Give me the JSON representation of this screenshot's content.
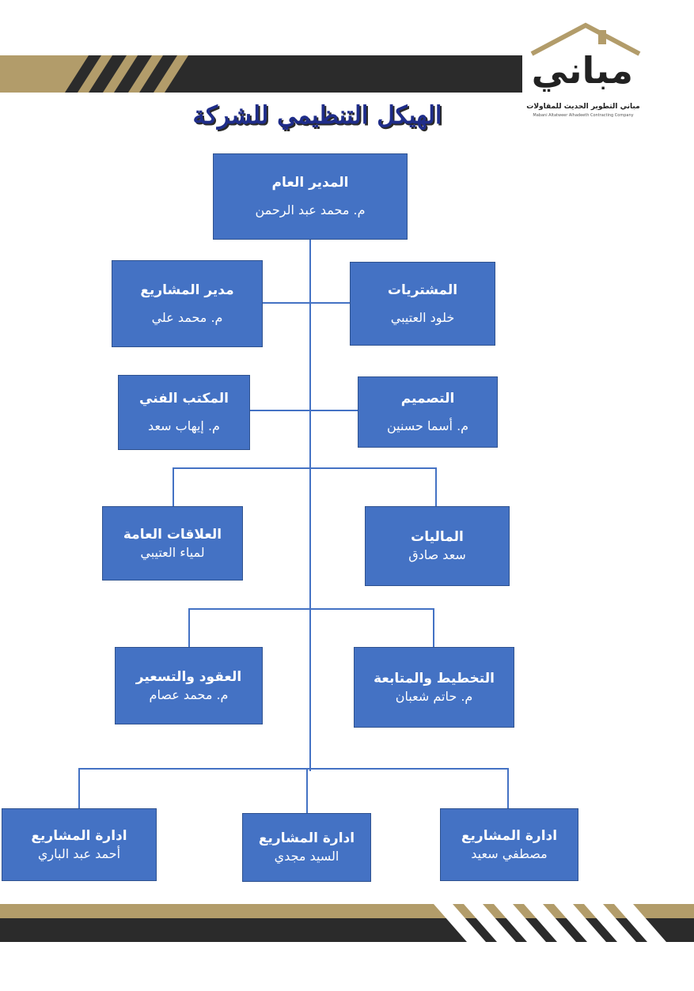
{
  "colors": {
    "box_fill": "#4472c4",
    "box_border": "#2f528f",
    "line": "#4472c4",
    "band_dark": "#2b2b2b",
    "band_gold": "#b29c6a",
    "title": "#1f2d8a"
  },
  "logo": {
    "word": "مباني",
    "subtitle_ar": "مباني التطوير الحديث للمقاولات",
    "subtitle_en": "Mabani Altatweer Alhadeeth Contracting Company"
  },
  "title": "الهيكل التنظيمي للشركة",
  "nodes": {
    "gm": {
      "title": "المدير العام",
      "name": "م. محمد عبد الرحمن"
    },
    "projects_manager": {
      "title": "مدير المشاريع",
      "name": "م. محمد علي"
    },
    "procurement": {
      "title": "المشتريات",
      "name": "خلود العتيبي"
    },
    "technical_office": {
      "title": "المكتب الفني",
      "name": "م. إيهاب سعد"
    },
    "design": {
      "title": "التصميم",
      "name": "م. أسما حسنين"
    },
    "public_relations": {
      "title": "العلاقات العامة",
      "name": "لمياء العتيبي"
    },
    "finance": {
      "title": "الماليات",
      "name": "سعد صادق"
    },
    "contracts": {
      "title": "العقود والتسعير",
      "name": "م. محمد عصام"
    },
    "planning": {
      "title": "التخطيط والمتابعة",
      "name": "م. حاتم شعبان"
    },
    "pm_left": {
      "title": "ادارة المشاريع",
      "name": "أحمد عبد الباري"
    },
    "pm_middle": {
      "title": "ادارة المشاريع",
      "name": "السيد مجدي"
    },
    "pm_right": {
      "title": "ادارة المشاريع",
      "name": "مصطفي سعيد"
    }
  }
}
